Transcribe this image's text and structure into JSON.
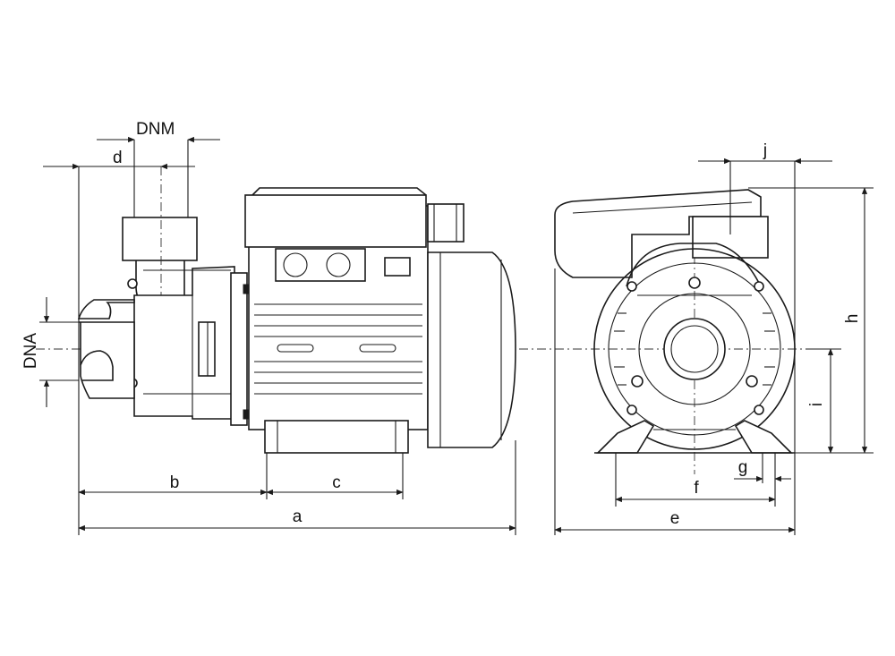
{
  "labels": {
    "dnm": "DNM",
    "dna": "DNA",
    "d": "d",
    "a": "a",
    "b": "b",
    "c": "c",
    "e": "e",
    "f": "f",
    "g": "g",
    "h": "h",
    "i": "i",
    "j": "j"
  }
}
